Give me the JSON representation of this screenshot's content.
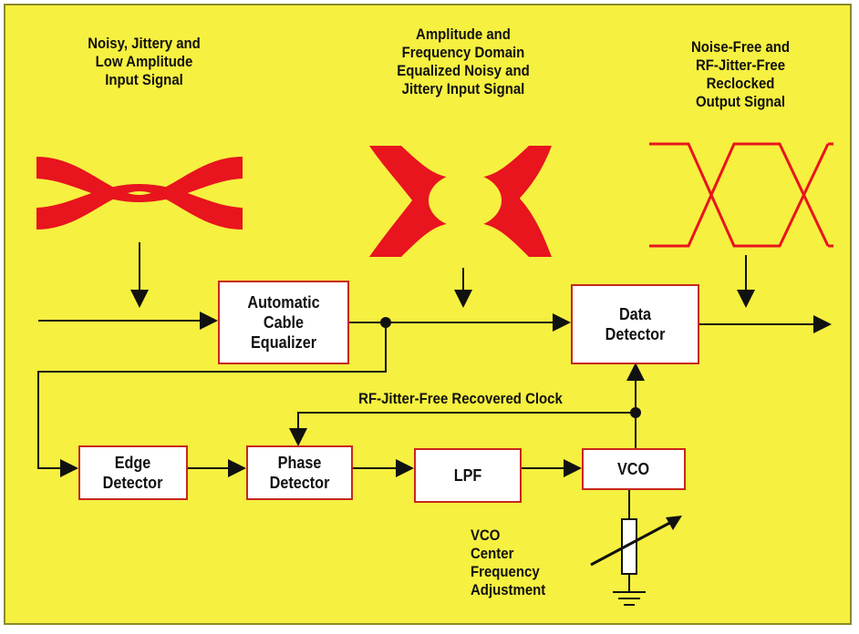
{
  "labels": {
    "input_signal": "Noisy, Jittery and\nLow Amplitude\nInput Signal",
    "equalized_signal": "Amplitude and\nFrequency Domain\nEqualized Noisy and\nJittery Input Signal",
    "output_signal": "Noise-Free and\nRF-Jitter-Free\nReclocked\nOutput Signal",
    "recovered_clock": "RF-Jitter-Free Recovered Clock",
    "vco_adjust": "VCO\nCenter\nFrequency\nAdjustment"
  },
  "blocks": {
    "cable_equalizer": "Automatic\nCable\nEqualizer",
    "data_detector": "Data\nDetector",
    "edge_detector": "Edge\nDetector",
    "phase_detector": "Phase\nDetector",
    "lpf": "LPF",
    "vco": "VCO"
  },
  "colors": {
    "background": "#f6f040",
    "signal_red": "#e8141e",
    "box_border": "#c8261c",
    "line": "#111111"
  }
}
